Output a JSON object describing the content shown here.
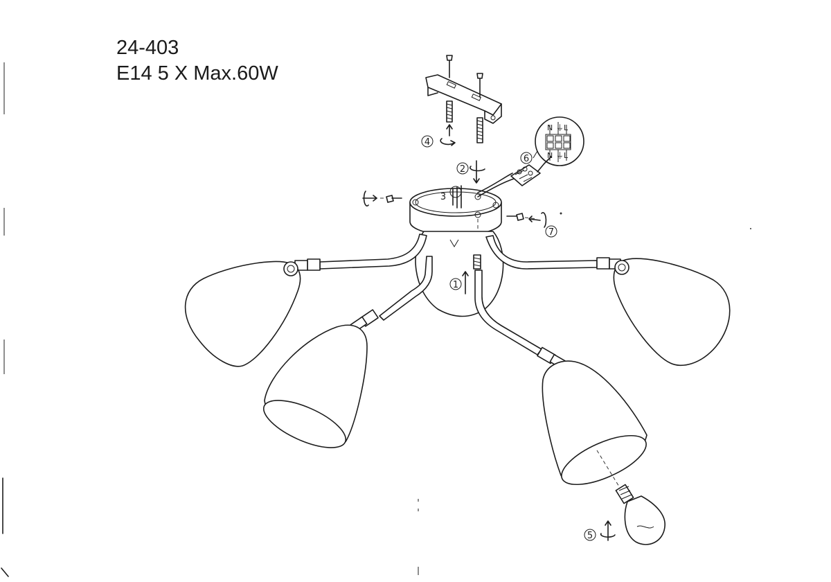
{
  "header": {
    "model_number": "24-403",
    "lamp_spec": "E14 5 X Max.60W"
  },
  "steps": [
    "1",
    "2",
    "3",
    "4",
    "5",
    "6",
    "7"
  ],
  "terminal_labels": {
    "top": [
      "N",
      "⏚",
      "L"
    ],
    "bottom": [
      "N",
      "⏚",
      "L"
    ]
  },
  "colors": {
    "line": "#1c1c1c",
    "paper": "#ffffff"
  }
}
